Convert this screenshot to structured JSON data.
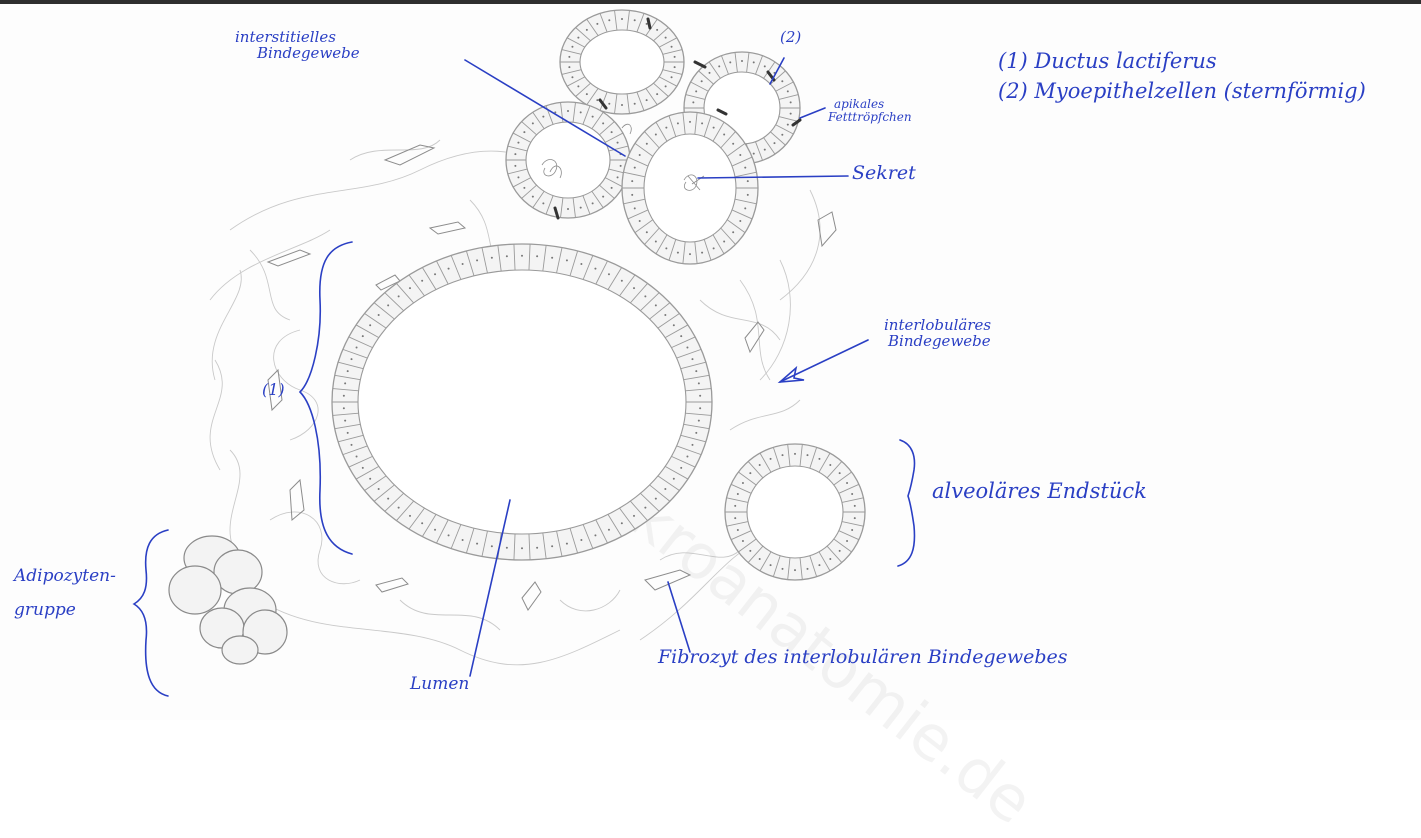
{
  "colors": {
    "ink": "#2a3fc4",
    "pencil": "#9a9a9a",
    "cell_fill": "#f4f4f4"
  },
  "labels": {
    "interstitial_1": "interstitielles",
    "interstitial_2": "Bindegewebe",
    "marker_2": "(2)",
    "apical_1": "apikales",
    "apical_2": "Fetttröpfchen",
    "legend_1": "(1) Ductus lactiferus",
    "legend_2": "(2) Myoepithelzellen (sternförmig)",
    "secretion": "Sekret",
    "interlobular_1": "interlobuläres",
    "interlobular_2": "Bindegewebe",
    "marker_1": "(1)",
    "alveolar_end": "alveoläres Endstück",
    "adipocyte_1": "Adipozyten-",
    "adipocyte_2": "gruppe",
    "lumen": "Lumen",
    "fibrocyte": "Fibrozyt des interlobulären Bindegewebes"
  },
  "watermark": "www.mikroanatomie.de"
}
